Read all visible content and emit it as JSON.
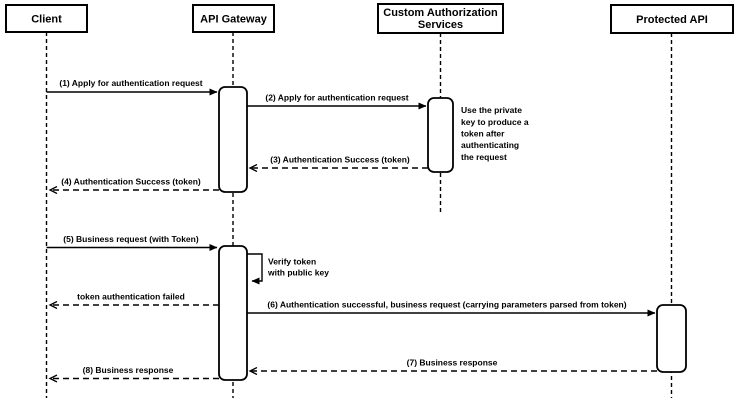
{
  "participants": {
    "client": {
      "label": "Client"
    },
    "api_gateway": {
      "label": "API Gateway"
    },
    "custom_auth_services": {
      "label_line1": "Custom Authorization",
      "label_line2": "Services"
    },
    "protected_api": {
      "label": "Protected API"
    }
  },
  "messages": {
    "m1": {
      "label": "(1) Apply for authentication request",
      "from": "Client",
      "to": "API Gateway",
      "style": "solid"
    },
    "m2": {
      "label": "(2) Apply for authentication request",
      "from": "API Gateway",
      "to": "Custom Authorization Services",
      "style": "solid"
    },
    "m3": {
      "label": "(3) Authentication Success (token)",
      "from": "Custom Authorization Services",
      "to": "API Gateway",
      "style": "dashed"
    },
    "m4": {
      "label": "(4) Authentication Success (token)",
      "from": "API Gateway",
      "to": "Client",
      "style": "dashed"
    },
    "m5": {
      "label": "(5) Business request (with Token)",
      "from": "Client",
      "to": "API Gateway",
      "style": "solid"
    },
    "token_failed": {
      "label": "token authentication failed",
      "from": "API Gateway",
      "to": "Client",
      "style": "dashed"
    },
    "m6": {
      "label": "(6) Authentication successful, business request (carrying parameters parsed from token)",
      "from": "API Gateway",
      "to": "Protected API",
      "style": "solid"
    },
    "m7": {
      "label": "(7) Business response",
      "from": "Protected API",
      "to": "API Gateway",
      "style": "dashed"
    },
    "m8": {
      "label": "(8) Business response",
      "from": "API Gateway",
      "to": "Client",
      "style": "dashed"
    }
  },
  "self_message": {
    "target": "API Gateway",
    "line1": "Verify token",
    "line2": "with public key"
  },
  "note": {
    "attached_to": "Custom Authorization Services",
    "line1": "Use the private",
    "line2": "key to produce a",
    "line3": "token after",
    "line4": "authenticating",
    "line5": "the request"
  },
  "colors": {
    "stroke": "#000000",
    "background": "#ffffff"
  }
}
